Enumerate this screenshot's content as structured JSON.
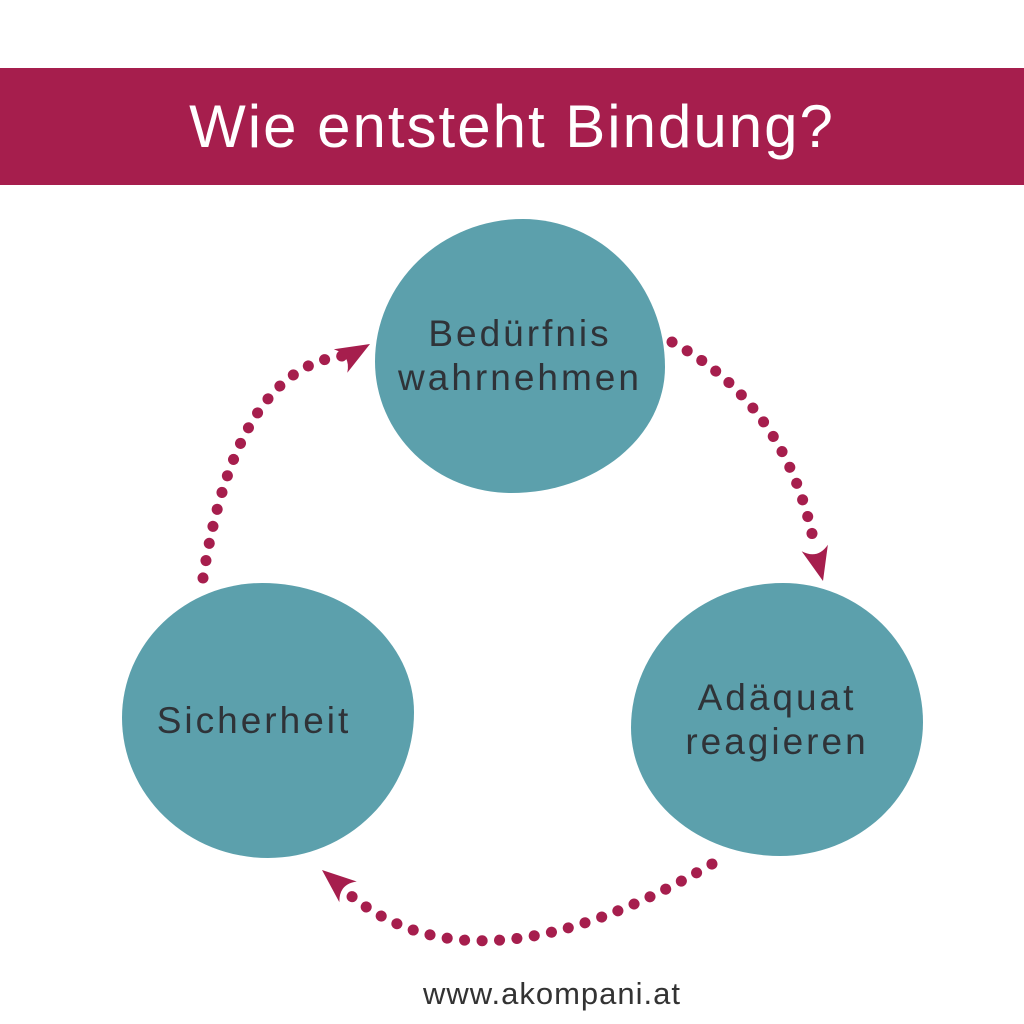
{
  "theme": {
    "page_bg": "#ffffff",
    "banner_bg": "#A61E4D",
    "banner_text": "#ffffff",
    "node_fill": "#5CA0AC",
    "node_text": "#2F3338",
    "arrow_color": "#A61E4D",
    "footer_text_color": "#333333"
  },
  "banner": {
    "title": "Wie entsteht Bindung?"
  },
  "diagram": {
    "type": "cycle",
    "direction": "clockwise",
    "nodes": [
      {
        "id": "beduerfnis-wahrnehmen",
        "label": "Bedürfnis wahrnehmen",
        "lines": [
          "Bedürfnis",
          "wahrnehmen"
        ],
        "position": "top"
      },
      {
        "id": "adaequat-reagieren",
        "label": "Adäquat reagieren",
        "lines": [
          "Adäquat",
          "reagieren"
        ],
        "position": "right"
      },
      {
        "id": "sicherheit",
        "label": "Sicherheit",
        "lines": [
          "Sicherheit"
        ],
        "position": "left"
      }
    ],
    "arrows": [
      {
        "from": "beduerfnis-wahrnehmen",
        "to": "adaequat-reagieren",
        "style": "dotted"
      },
      {
        "from": "adaequat-reagieren",
        "to": "sicherheit",
        "style": "dotted"
      },
      {
        "from": "sicherheit",
        "to": "beduerfnis-wahrnehmen",
        "style": "dotted"
      }
    ]
  },
  "footer": {
    "website": "www.akompani.at"
  }
}
